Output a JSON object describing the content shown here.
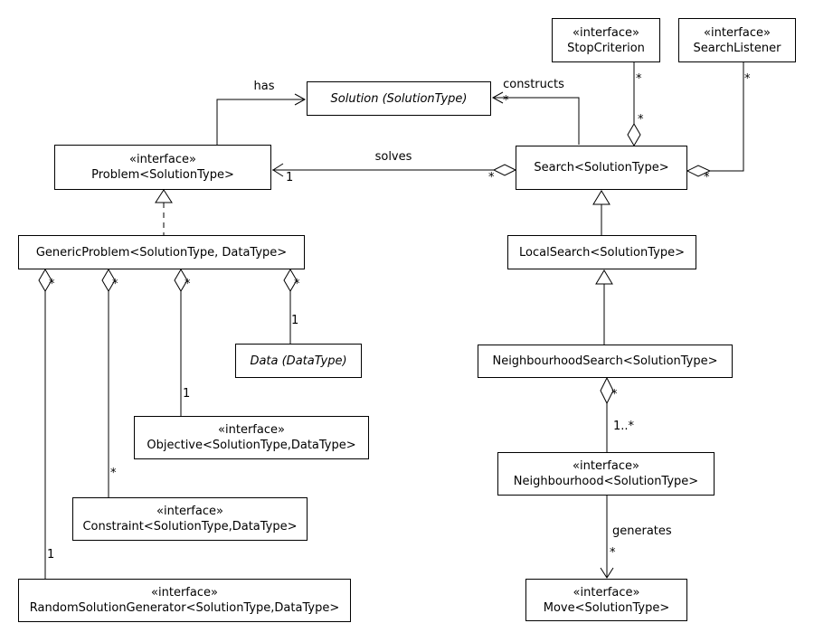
{
  "classes": {
    "stop_criterion": {
      "stereotype": "«interface»",
      "name": "StopCriterion"
    },
    "search_listener": {
      "stereotype": "«interface»",
      "name": "SearchListener"
    },
    "solution": {
      "name": "Solution (SolutionType)"
    },
    "problem": {
      "stereotype": "«interface»",
      "name": "Problem<SolutionType>"
    },
    "search": {
      "name": "Search<SolutionType>"
    },
    "generic_problem": {
      "name": "GenericProblem<SolutionType, DataType>"
    },
    "local_search": {
      "name": "LocalSearch<SolutionType>"
    },
    "data": {
      "name": "Data (DataType)"
    },
    "neighbourhood_search": {
      "name": "NeighbourhoodSearch<SolutionType>"
    },
    "objective": {
      "stereotype": "«interface»",
      "name": "Objective<SolutionType,DataType>"
    },
    "neighbourhood": {
      "stereotype": "«interface»",
      "name": "Neighbourhood<SolutionType>"
    },
    "constraint": {
      "stereotype": "«interface»",
      "name": "Constraint<SolutionType,DataType>"
    },
    "random_solution_generator": {
      "stereotype": "«interface»",
      "name": "RandomSolutionGenerator<SolutionType,DataType>"
    },
    "move": {
      "stereotype": "«interface»",
      "name": "Move<SolutionType>"
    }
  },
  "edges": {
    "has": {
      "label": "has"
    },
    "constructs": {
      "label": "constructs",
      "mult_solution_end": "*"
    },
    "solves": {
      "label": "solves",
      "mult_problem_end": "1",
      "mult_search_end": "*"
    },
    "search_stopcriterion": {
      "mult_top": "*",
      "mult_diamond": "*"
    },
    "search_searchlistener": {
      "mult_top": "*",
      "mult_diamond": "*"
    },
    "gp_randomgenerator": {
      "mult_diamond": "*",
      "mult_far_end": "1"
    },
    "gp_constraint": {
      "mult_diamond": "*",
      "mult_far_end": "*"
    },
    "gp_objective": {
      "mult_diamond": "*",
      "mult_far_end": "1"
    },
    "gp_data": {
      "mult_diamond": "*",
      "mult_far_end": "1"
    },
    "ns_neighbourhood": {
      "mult_diamond": "*",
      "mult_far_end": "1..*"
    },
    "generates": {
      "label": "generates",
      "mult_move_end": "*"
    }
  }
}
